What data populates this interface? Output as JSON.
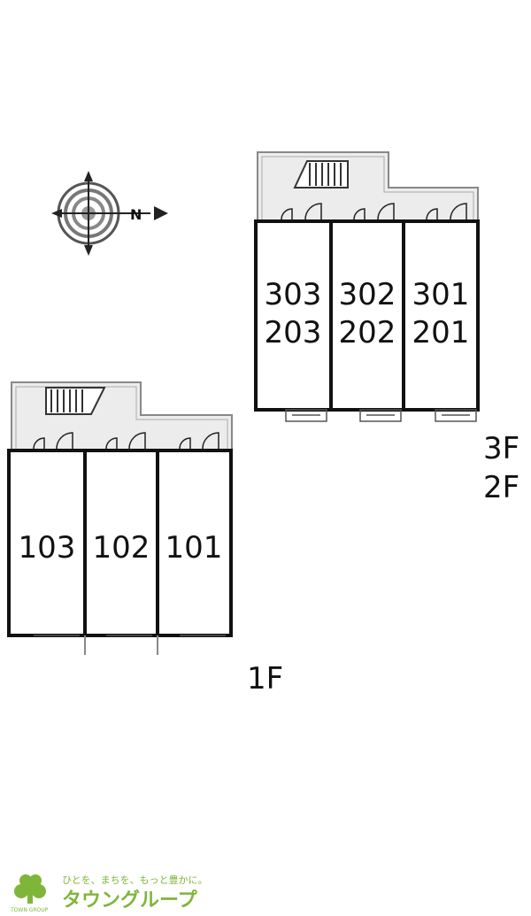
{
  "compass": {
    "label": "N",
    "icon": "compass-icon"
  },
  "upper_block": {
    "units": [
      {
        "top": "303",
        "bottom": "203"
      },
      {
        "top": "302",
        "bottom": "202"
      },
      {
        "top": "301",
        "bottom": "201"
      }
    ],
    "floor_labels": [
      "3F",
      "2F"
    ]
  },
  "lower_block": {
    "units": [
      {
        "label": "103"
      },
      {
        "label": "102"
      },
      {
        "label": "101"
      }
    ],
    "floor_label": "1F"
  },
  "logo": {
    "tagline": "ひとを、まちを、もっと豊かに。",
    "name": "タウングループ",
    "small": "TOWN GROUP",
    "color": "#7fb63a"
  }
}
